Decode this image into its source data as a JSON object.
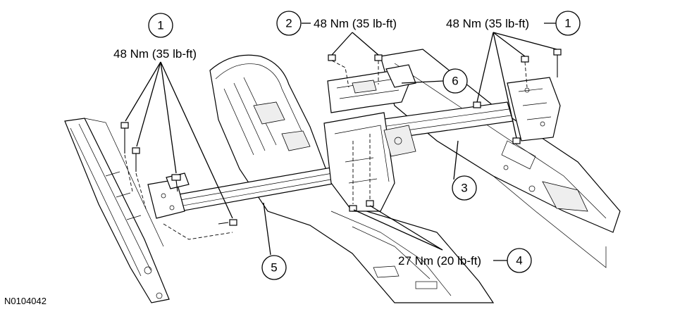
{
  "callouts": [
    {
      "id": "1",
      "torque": "48 Nm (35 lb-ft)"
    },
    {
      "id": "2",
      "torque": "48 Nm (35 lb-ft)"
    },
    {
      "id": "1",
      "torque": "48 Nm (35 lb-ft)"
    },
    {
      "id": "3"
    },
    {
      "id": "4",
      "torque": "27 Nm (20 lb-ft)"
    },
    {
      "id": "5"
    },
    {
      "id": "6"
    }
  ],
  "figure_code": "N0104042"
}
